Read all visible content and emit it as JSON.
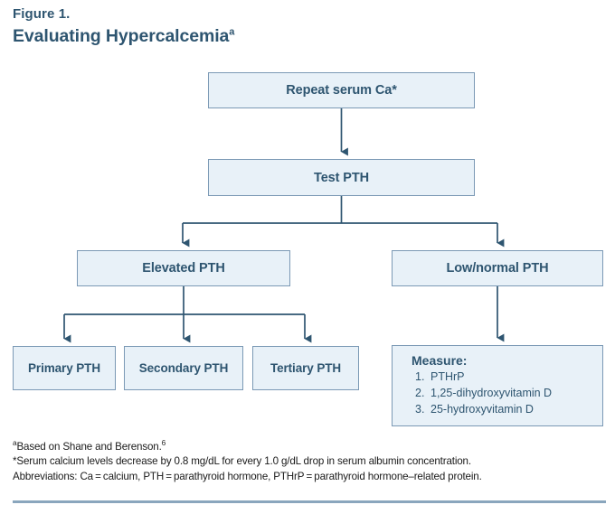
{
  "figure": {
    "label": "Figure 1.",
    "title": "Evaluating Hypercalcemia",
    "title_superscript": "a"
  },
  "colors": {
    "node_fill": "#e8f1f8",
    "node_border": "#7b99b5",
    "text": "#2e5570",
    "connector": "#2e5570",
    "rule": "#8aa6bd",
    "footnote_text": "#1a1a1a"
  },
  "flow": {
    "nodes": [
      {
        "id": "repeat",
        "label": "Repeat serum Ca*"
      },
      {
        "id": "test",
        "label": "Test PTH"
      },
      {
        "id": "elevated",
        "label": "Elevated PTH"
      },
      {
        "id": "lownormal",
        "label": "Low/normal PTH"
      },
      {
        "id": "primary",
        "label": "Primary PTH"
      },
      {
        "id": "secondary",
        "label": "Secondary PTH"
      },
      {
        "id": "tertiary",
        "label": "Tertiary PTH"
      }
    ],
    "measure": {
      "title": "Measure:",
      "items": [
        {
          "num": "1.",
          "text": "PTHrP"
        },
        {
          "num": "2.",
          "text": "1,25-dihydroxyvitamin D"
        },
        {
          "num": "3.",
          "text": "25-hydroxyvitamin D"
        }
      ]
    }
  },
  "footnotes": {
    "line1_sup": "a",
    "line1": "Based on Shane and Berenson.",
    "line1_ref": "6",
    "line2": "*Serum calcium levels decrease by 0.8 mg/dL for every 1.0 g/dL drop in serum albumin concentration.",
    "line3": "Abbreviations: Ca = calcium, PTH = parathyroid hormone, PTHrP = parathyroid hormone–related protein."
  }
}
